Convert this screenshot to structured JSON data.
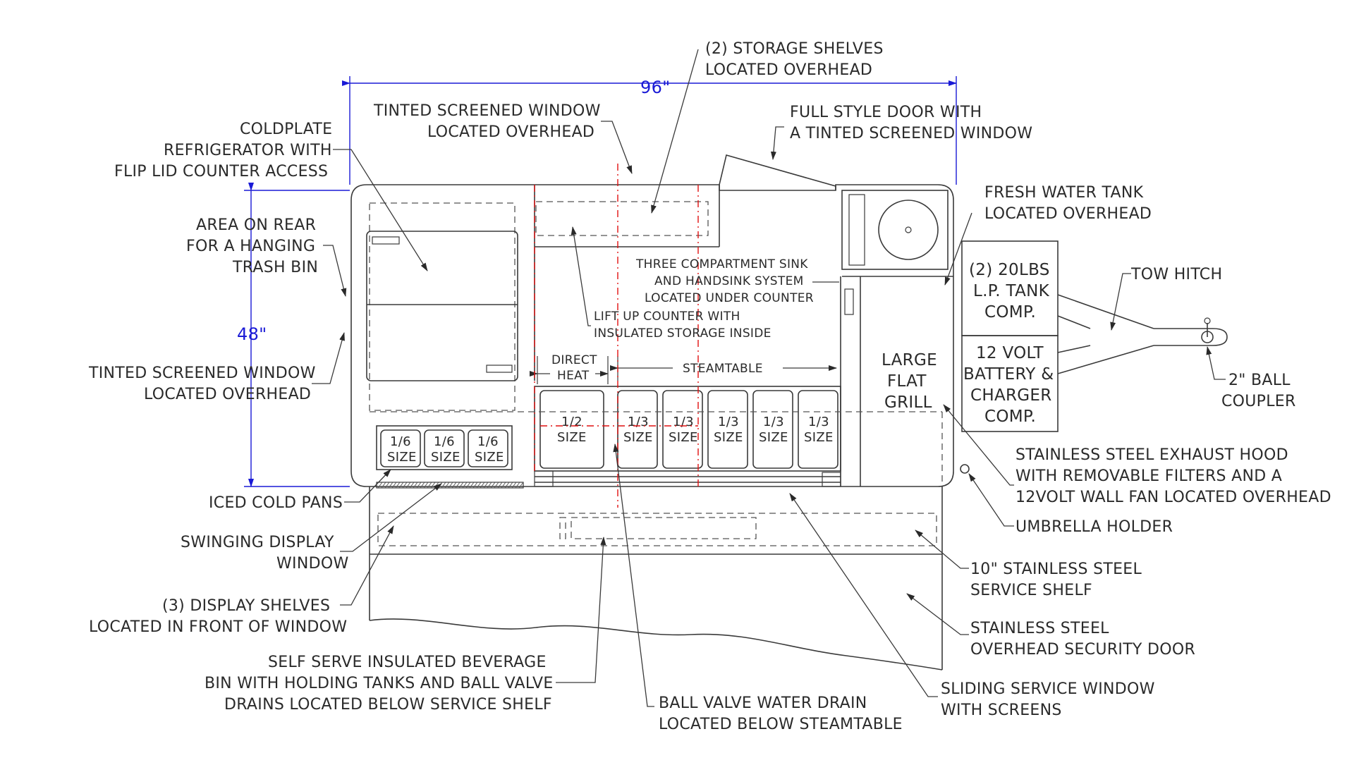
{
  "dimensions": {
    "width": "96\"",
    "depth": "48\""
  },
  "callouts": {
    "storage_shelves": [
      "(2) STORAGE SHELVES",
      "LOCATED OVERHEAD"
    ],
    "tinted_window_top": [
      "TINTED SCREENED WINDOW",
      "LOCATED OVERHEAD"
    ],
    "full_door": [
      "FULL STYLE DOOR WITH",
      "A TINTED SCREENED WINDOW"
    ],
    "coldplate": [
      "COLDPLATE",
      "REFRIGERATOR WITH",
      "FLIP LID COUNTER ACCESS"
    ],
    "fresh_water": [
      "FRESH WATER TANK",
      "LOCATED OVERHEAD"
    ],
    "trash_bin": [
      "AREA ON REAR",
      "FOR A HANGING",
      "TRASH BIN"
    ],
    "three_sink": [
      "THREE COMPARTMENT SINK",
      "AND HANDSINK SYSTEM",
      "LOCATED UNDER COUNTER"
    ],
    "lift_counter": [
      "LIFT UP COUNTER WITH",
      "INSULATED STORAGE INSIDE"
    ],
    "tinted_window_left": [
      "TINTED SCREENED WINDOW",
      "LOCATED OVERHEAD"
    ],
    "tow_hitch": "TOW HITCH",
    "ball_coupler": [
      "2\" BALL",
      "COUPLER"
    ],
    "exhaust_hood": [
      "STAINLESS STEEL EXHAUST HOOD",
      "WITH REMOVABLE FILTERS AND A",
      "12VOLT WALL FAN LOCATED OVERHEAD"
    ],
    "iced_pans": "ICED COLD PANS",
    "umbrella": "UMBRELLA HOLDER",
    "swinging_window": [
      "SWINGING DISPLAY",
      "WINDOW"
    ],
    "service_shelf": [
      "10\" STAINLESS STEEL",
      "SERVICE SHELF"
    ],
    "display_shelves": [
      "(3) DISPLAY SHELVES",
      "LOCATED IN FRONT OF WINDOW"
    ],
    "security_door": [
      "STAINLESS STEEL",
      "OVERHEAD SECURITY DOOR"
    ],
    "beverage_bin": [
      "SELF SERVE INSULATED BEVERAGE",
      "BIN WITH HOLDING TANKS AND BALL VALVE",
      "DRAINS LOCATED BELOW SERVICE SHELF"
    ],
    "ball_valve": [
      "BALL VALVE WATER DRAIN",
      "LOCATED BELOW STEAMTABLE"
    ],
    "sliding_window": [
      "SLIDING SERVICE WINDOW",
      "WITH SCREENS"
    ]
  },
  "interior": {
    "lp_tank": [
      "(2) 20LBS",
      "L.P. TANK",
      "COMP."
    ],
    "battery": [
      "12 VOLT",
      "BATTERY &",
      "CHARGER",
      "COMP."
    ],
    "grill": [
      "LARGE",
      "FLAT",
      "GRILL"
    ],
    "direct_heat": [
      "DIRECT",
      "HEAT"
    ],
    "steamtable": "STEAMTABLE",
    "pan_half": [
      "1/2",
      "SIZE"
    ],
    "pan_third": [
      "1/3",
      "SIZE"
    ],
    "pan_sixth": [
      "1/6",
      "SIZE"
    ]
  },
  "colors": {
    "line": "#3a3a3a",
    "dimension": "#1a1ad6",
    "centerline": "#e01010"
  }
}
